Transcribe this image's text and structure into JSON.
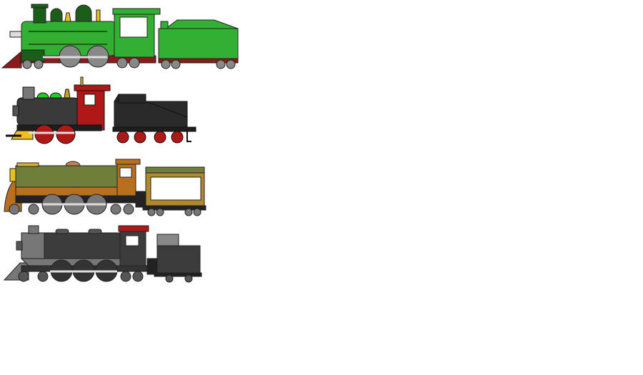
{
  "scene": {
    "background": "#ffffff",
    "trains": [
      {
        "id": "green-train",
        "colors": {
          "body": "#33b033",
          "dark": "#1a5e1a",
          "trim": "#8b1a1a",
          "wheel": "#888888",
          "cab_window": "#ffffff",
          "bell": "#e8c21b"
        }
      },
      {
        "id": "black-red-train",
        "colors": {
          "body": "#3a3a3a",
          "dark": "#1e1e1e",
          "cab": "#b01818",
          "domes": "#22cc22",
          "wheel": "#b01818",
          "pilot": "#f0c020",
          "cab_window": "#ffffff"
        }
      },
      {
        "id": "olive-orange-train",
        "colors": {
          "body": "#6f7f3a",
          "frame": "#b8701e",
          "tender": "#b08a2a",
          "wheel": "#777777",
          "dark": "#222222",
          "cab_window": "#ffffff"
        }
      },
      {
        "id": "gray-train",
        "colors": {
          "body": "#3c3c3c",
          "smokebox": "#777777",
          "roof": "#b01818",
          "wheel": "#333333",
          "tender_top": "#888888",
          "cab_window": "#ffffff"
        }
      }
    ]
  }
}
